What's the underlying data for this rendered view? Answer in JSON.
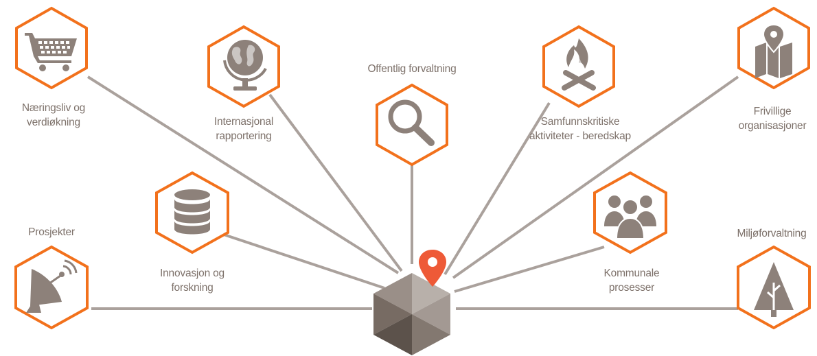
{
  "colors": {
    "accent": "#f2711c",
    "line": "#aaa19c",
    "icon": "#8d817a",
    "label": "#7d716a",
    "hub_pin": "#ee5a37"
  },
  "nodes": [
    {
      "key": "naeringsliv",
      "icon": "shopping-cart-icon",
      "label_lines": [
        "Næringsliv og",
        "verdiøkning"
      ]
    },
    {
      "key": "internasjonal",
      "icon": "globe-icon",
      "label_lines": [
        "Internasjonal",
        "rapportering"
      ]
    },
    {
      "key": "offentlig",
      "icon": "magnifier-icon",
      "label_lines": [
        "Offentlig forvaltning"
      ]
    },
    {
      "key": "samfunnskritiske",
      "icon": "campfire-icon",
      "label_lines": [
        "Samfunnskritiske",
        "aktiviteter - beredskap"
      ]
    },
    {
      "key": "frivillige",
      "icon": "map-pin-icon",
      "label_lines": [
        "Frivillige",
        "organisasjoner"
      ]
    },
    {
      "key": "prosjekter",
      "icon": "satellite-dish-icon",
      "label_lines": [
        "Prosjekter"
      ]
    },
    {
      "key": "innovasjon",
      "icon": "database-icon",
      "label_lines": [
        "Innovasjon og",
        "forskning"
      ]
    },
    {
      "key": "kommunale",
      "icon": "people-group-icon",
      "label_lines": [
        "Kommunale",
        "prosesser"
      ]
    },
    {
      "key": "miljo",
      "icon": "tree-icon",
      "label_lines": [
        "Miljøforvaltning"
      ]
    }
  ],
  "hub": {
    "icon": "map-location-cube-icon"
  }
}
